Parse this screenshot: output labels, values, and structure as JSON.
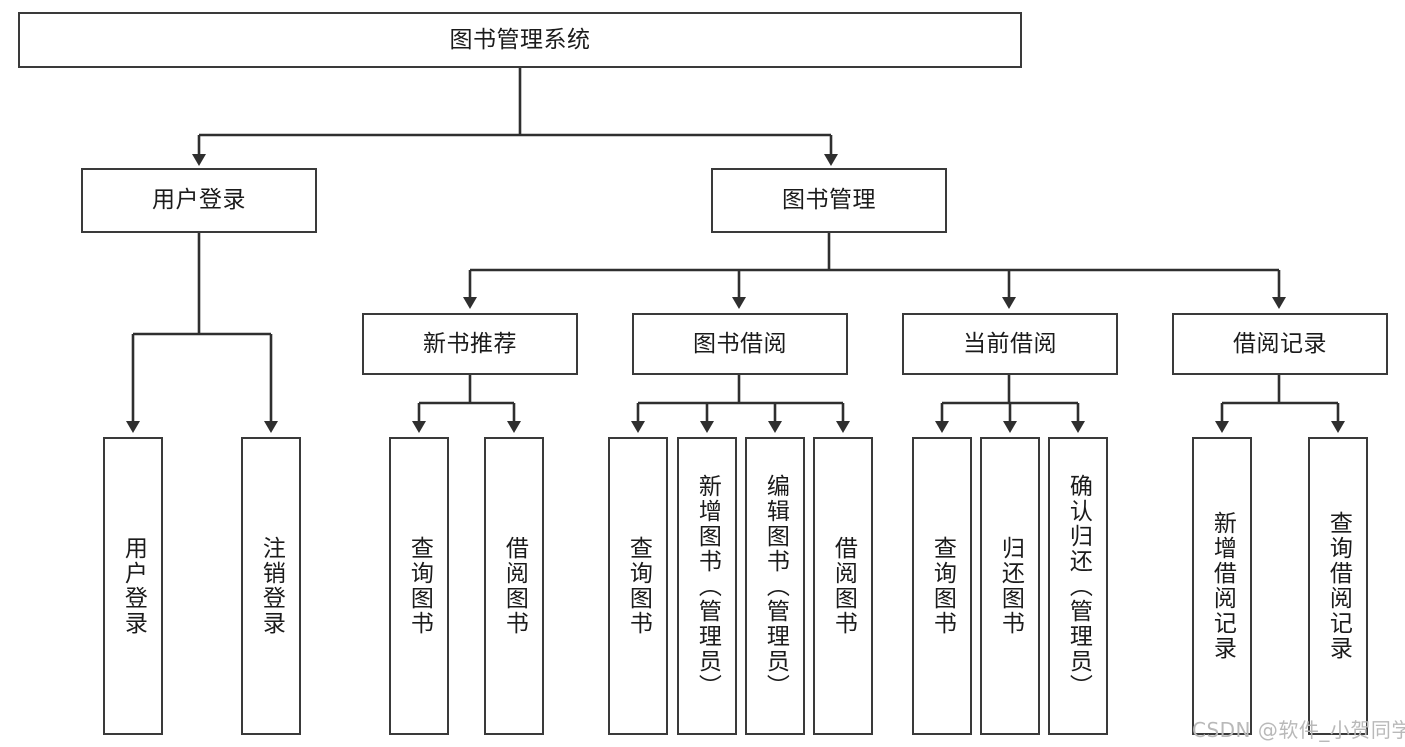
{
  "diagram": {
    "type": "tree-hierarchy-diagram",
    "title": "图书管理系统",
    "stroke_color": "#3a3a3a",
    "fill_color": "#ffffff",
    "text_color": "#1b1b1b",
    "levels": {
      "root": {
        "label": "图书管理系统"
      },
      "level2": [
        {
          "label": "用户登录"
        },
        {
          "label": "图书管理"
        }
      ],
      "level3": [
        {
          "label": "新书推荐"
        },
        {
          "label": "图书借阅"
        },
        {
          "label": "当前借阅"
        },
        {
          "label": "借阅记录"
        }
      ],
      "leaves": {
        "user_login": [
          {
            "label": "用户登录"
          },
          {
            "label": "注销登录"
          }
        ],
        "new_book_recommend": [
          {
            "label": "查询图书"
          },
          {
            "label": "借阅图书"
          }
        ],
        "book_borrow": [
          {
            "label": "查询图书"
          },
          {
            "label": "新增图书（管理员）"
          },
          {
            "label": "编辑图书（管理员）"
          },
          {
            "label": "借阅图书"
          }
        ],
        "current_borrow": [
          {
            "label": "查询图书"
          },
          {
            "label": "归还图书"
          },
          {
            "label": "确认归还（管理员）"
          }
        ],
        "borrow_record": [
          {
            "label": "新增借阅记录"
          },
          {
            "label": "查询借阅记录"
          }
        ]
      }
    }
  },
  "watermark": {
    "text": "CSDN @软件_小贺同学"
  }
}
